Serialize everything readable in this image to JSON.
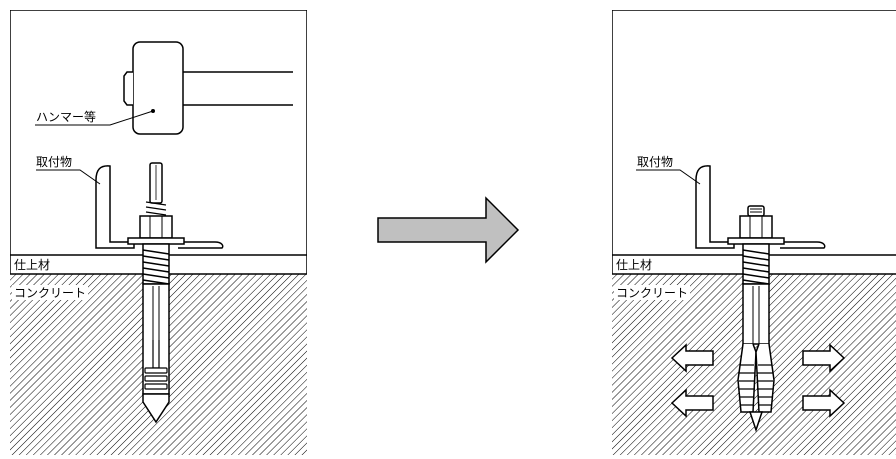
{
  "before": {
    "hammer_label": "ハンマー等",
    "fixture_label": "取付物",
    "finish_label": "仕上材",
    "concrete_label": "コンクリート"
  },
  "after": {
    "fixture_label": "取付物",
    "finish_label": "仕上材",
    "concrete_label": "コンクリート"
  },
  "colors": {
    "line": "#000000",
    "process_arrow_fill": "#c0c0c0",
    "hatch": "#000000",
    "background": "#ffffff"
  },
  "icons": {
    "process_arrow": "right-arrow-icon",
    "expansion_arrows": [
      "left-arrow-icon",
      "right-arrow-icon"
    ]
  }
}
